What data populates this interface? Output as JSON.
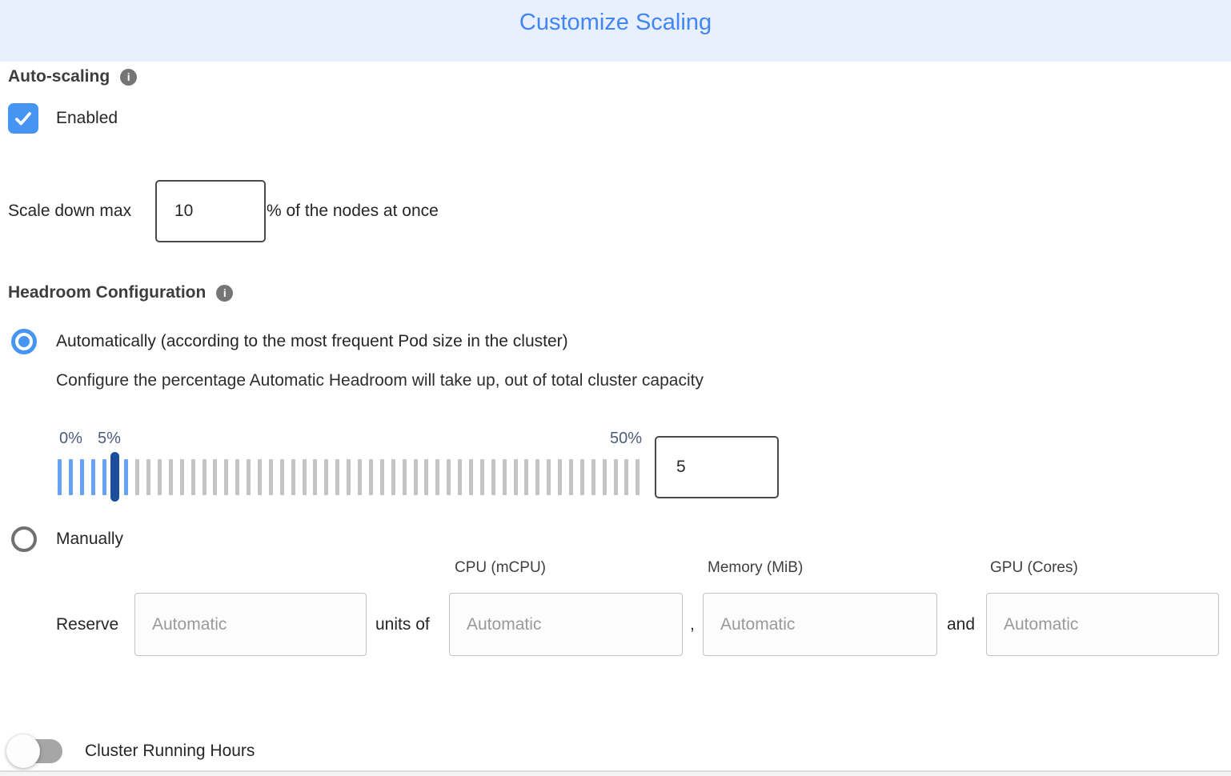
{
  "header": {
    "title": "Customize Scaling"
  },
  "auto_scaling": {
    "label": "Auto-scaling",
    "enabled_label": "Enabled",
    "checkbox_checked": true,
    "scale_down": {
      "prefix": "Scale down max",
      "value": "10",
      "suffix": "% of the nodes at once"
    }
  },
  "headroom": {
    "label": "Headroom Configuration",
    "options": {
      "automatic": {
        "label": "Automatically (according to the most frequent Pod size in the cluster)",
        "selected": true,
        "description": "Configure the percentage Automatic Headroom will take up, out of total cluster capacity"
      },
      "manual": {
        "label": "Manually",
        "selected": false
      }
    },
    "slider": {
      "min_label": "0%",
      "current_label": "5%",
      "max_label": "50%",
      "value": "5",
      "tick_count": 53,
      "highlighted_ticks": 7
    },
    "reserve": {
      "label": "Reserve",
      "units_of_label": "units of",
      "comma": ",",
      "and_label": "and",
      "columns": [
        "CPU (mCPU)",
        "Memory (MiB)",
        "GPU (Cores)"
      ],
      "inputs": {
        "amount_placeholder": "Automatic",
        "cpu_placeholder": "Automatic",
        "memory_placeholder": "Automatic",
        "gpu_placeholder": "Automatic"
      }
    }
  },
  "cluster_running_hours": {
    "label": "Cluster Running Hours",
    "enabled": false
  },
  "colors": {
    "header_bg": "#e8f0fe",
    "title_blue": "#4285f4",
    "control_blue": "#4795f2",
    "tick_blue": "#66a3f4",
    "handle_navy": "#1c4e9c",
    "tick_gray": "#c4c4c4",
    "slider_label_gray_blue": "#4c5c7d",
    "info_icon_gray": "#757575",
    "toggle_track_gray": "#a6a6a6"
  }
}
